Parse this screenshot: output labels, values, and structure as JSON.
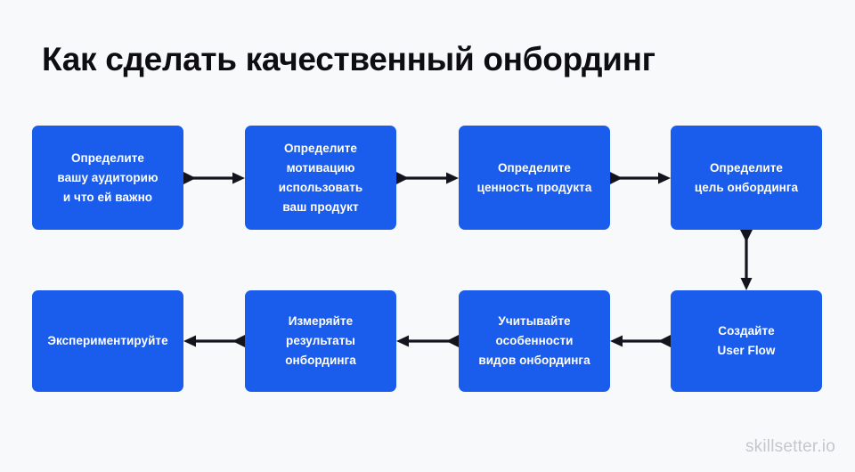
{
  "page": {
    "title": "Как сделать качественный онбординг",
    "background_color": "#f8f9fa",
    "box_color": "#1a5ceb",
    "box_text_color": "#ffffff",
    "arrow_color": "#14141e",
    "title_color": "#0d0d12"
  },
  "diagram": {
    "type": "flowchart",
    "rows": 2,
    "boxes": [
      {
        "id": "step-1",
        "row": 1,
        "col": 1,
        "label": "Определите\nвашу аудиторию\nи что ей важно"
      },
      {
        "id": "step-2",
        "row": 1,
        "col": 2,
        "label": "Определите\nмотивацию\nиспользовать\nваш продукт"
      },
      {
        "id": "step-3",
        "row": 1,
        "col": 3,
        "label": "Определите\nценность продукта"
      },
      {
        "id": "step-4",
        "row": 1,
        "col": 4,
        "label": "Определите\nцель онбординга"
      },
      {
        "id": "step-5",
        "row": 2,
        "col": 4,
        "label": "Создайте\nUser Flow"
      },
      {
        "id": "step-6",
        "row": 2,
        "col": 3,
        "label": "Учитывайте\nособенности\nвидов онбординга"
      },
      {
        "id": "step-7",
        "row": 2,
        "col": 2,
        "label": "Измеряйте\nрезультаты\nонбординга"
      },
      {
        "id": "step-8",
        "row": 2,
        "col": 1,
        "label": "Экспериментируйте"
      }
    ],
    "connectors": [
      {
        "id": "arrow-1",
        "from": "step-1",
        "to": "step-2",
        "direction": "right"
      },
      {
        "id": "arrow-2",
        "from": "step-2",
        "to": "step-3",
        "direction": "right"
      },
      {
        "id": "arrow-3",
        "from": "step-3",
        "to": "step-4",
        "direction": "right"
      },
      {
        "id": "arrow-4",
        "from": "step-4",
        "to": "step-5",
        "direction": "down"
      },
      {
        "id": "arrow-5",
        "from": "step-5",
        "to": "step-6",
        "direction": "left"
      },
      {
        "id": "arrow-6",
        "from": "step-6",
        "to": "step-7",
        "direction": "left"
      },
      {
        "id": "arrow-7",
        "from": "step-7",
        "to": "step-8",
        "direction": "left"
      }
    ]
  },
  "footer": {
    "watermark": "skillsetter.io"
  }
}
